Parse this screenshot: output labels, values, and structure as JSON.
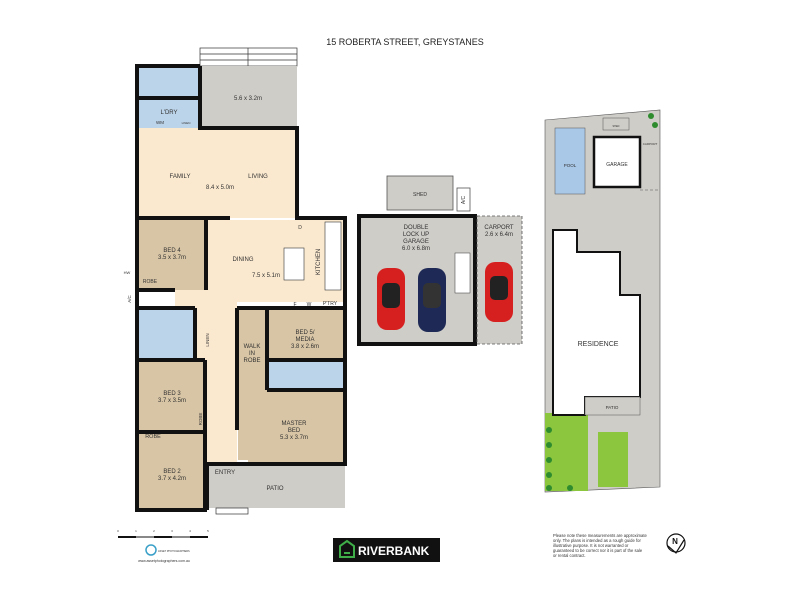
{
  "title": "15 ROBERTA STREET, GREYSTANES",
  "colors": {
    "living": "#fbe9cf",
    "bedroom": "#d8c5a5",
    "wet_area": "#bcd4ea",
    "outdoor": "#cfcdc8",
    "lawn": "#8cc63f",
    "walls": "#111111",
    "brand_green": "#3fae49"
  },
  "house": {
    "deck": {
      "size": "5.6 x 3.2m"
    },
    "laundry": {
      "name": "L'DRY",
      "wm": "WM",
      "linen": "LINEN"
    },
    "family_living": {
      "name_left": "FAMILY",
      "name_right": "LIVING",
      "size": "8.4 x 5.0m"
    },
    "bed4": {
      "name": "BED 4",
      "size": "3.5 x 3.7m",
      "robe": "ROBE"
    },
    "dining_kitchen": {
      "name": "DINING",
      "size": "7.5 x 5.1m",
      "kitchen": "KITCHEN",
      "d": "D",
      "f": "F",
      "w": "W",
      "pantry": "P'TRY"
    },
    "hw": "HW",
    "ac": "A/C",
    "linen": "LINEN",
    "walk_in_robe": {
      "line1": "WALK",
      "line2": "IN",
      "line3": "ROBE"
    },
    "bed5": {
      "line1": "BED 5/",
      "line2": "MEDIA",
      "size": "3.8 x 2.6m"
    },
    "bed3": {
      "name": "BED 3",
      "size": "3.7 x 3.5m",
      "robe": "ROBE"
    },
    "master": {
      "line1": "MASTER",
      "line2": "BED",
      "size": "5.3 x 3.7m"
    },
    "bed2": {
      "name": "BED 2",
      "size": "3.7 x 4.2m",
      "robe": "ROBE"
    },
    "entry": "ENTRY",
    "patio": "PATIO"
  },
  "garage_plan": {
    "shed": "SHED",
    "ac": "A/C",
    "garage": {
      "line1": "DOUBLE",
      "line2": "LOCK UP",
      "line3": "GARAGE",
      "size": "6.0 x 6.8m"
    },
    "carport": {
      "name": "CARPORT",
      "size": "2.6 x 6.4m"
    }
  },
  "site_plan": {
    "pool": "POOL",
    "garage": "GARAGE",
    "carport": "CARPORT",
    "residence": "RESIDENCE",
    "patio": "PATIO",
    "shed": "SHED"
  },
  "scale_bar": {
    "ticks": [
      "0",
      "1",
      "2",
      "3",
      "4",
      "5"
    ]
  },
  "photographer": {
    "name": "ASSET PHOTOGRAPHERS",
    "url": "www.assetphotographers.com.au"
  },
  "brand": {
    "name": "RIVERBANK"
  },
  "disclaimer": [
    "Please note these measurements are approximate",
    "only. The plans is intended as a rough guide for",
    "illustrative purpose. It is not warranted or",
    "guaranteed to be correct nor it is part of the sale",
    "or rental contract."
  ],
  "north": "N"
}
